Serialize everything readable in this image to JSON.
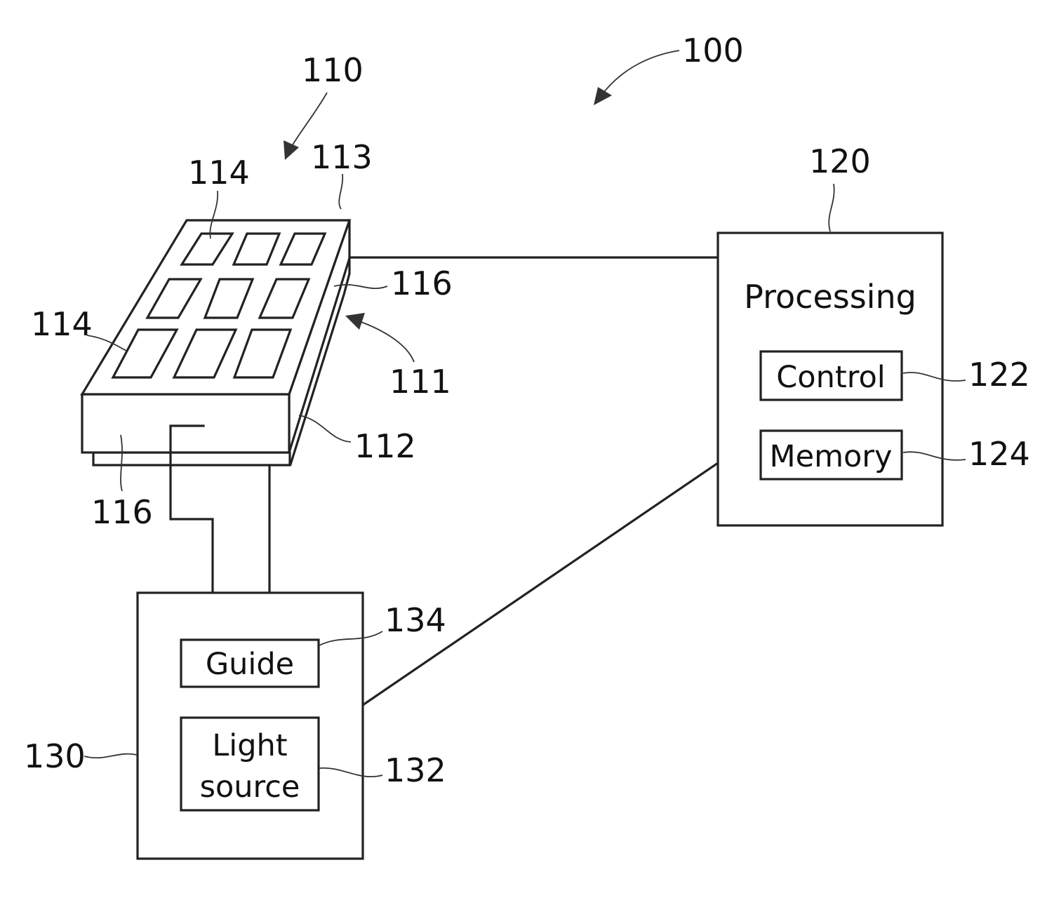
{
  "refs": {
    "system": "100",
    "probe": "110",
    "surface": "111",
    "body": "112",
    "top": "113",
    "cell_a": "114",
    "cell_b": "114",
    "side_a": "116",
    "side_b": "116",
    "processing_ref": "120",
    "control_ref": "122",
    "memory_ref": "124",
    "light_unit_ref": "130",
    "light_source_ref": "132",
    "guide_ref": "134"
  },
  "labels": {
    "processing": "Processing",
    "control": "Control",
    "memory": "Memory",
    "guide": "Guide",
    "light_line1": "Light",
    "light_line2": "source"
  }
}
